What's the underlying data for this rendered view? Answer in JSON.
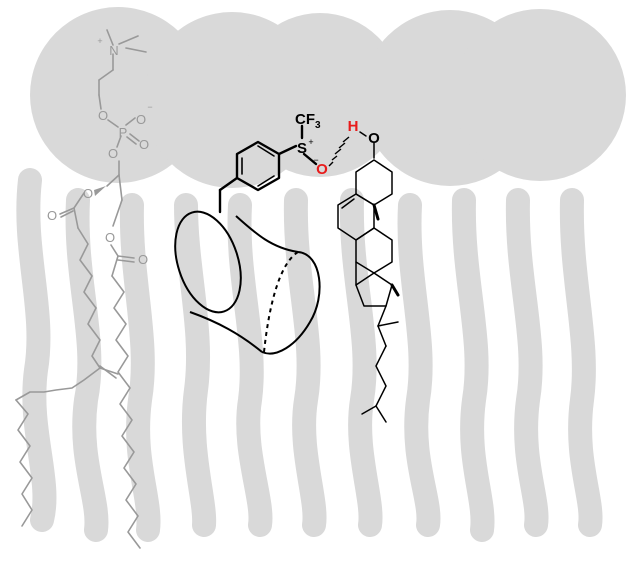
{
  "colors": {
    "background": "#ffffff",
    "membrane": "#d9d9d9",
    "lipid": "#999999",
    "reagent": "#000000",
    "hydrogen_bond": "#e81a1a"
  },
  "phospholipid": {
    "n_methyl": "N",
    "plus": "+",
    "phosphate_o1": "O",
    "phosphate_p": "P",
    "phosphate_o2": "O",
    "phosphate_o3": "O",
    "phosphate_o4": "O",
    "minus": "−",
    "ester_o1": "O",
    "carbonyl_o1": "O",
    "ester_o2": "O",
    "carbonyl_o2": "O"
  },
  "sulfoxide_probe": {
    "cf3": "CF",
    "cf3_sub": "3",
    "sulfur": "S",
    "sulfur_charge": "+",
    "oxygen": "O",
    "oxygen_charge": "−"
  },
  "cholesterol": {
    "hydroxyl_h": "H",
    "hydroxyl_o": "O"
  }
}
